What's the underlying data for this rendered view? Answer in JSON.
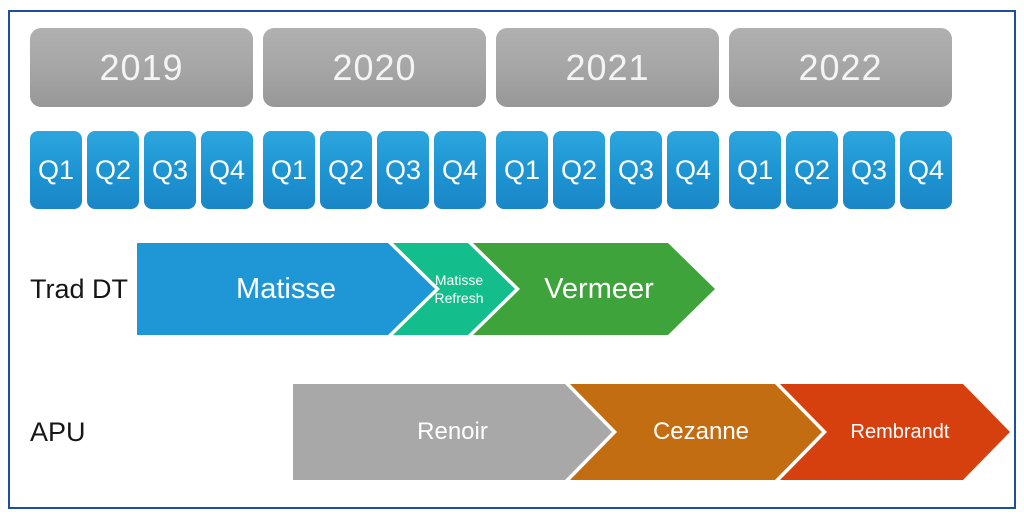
{
  "frame": {
    "border_color": "#1d4f9c"
  },
  "timeline": {
    "years": [
      {
        "label": "2019",
        "quarters": [
          "Q1",
          "Q2",
          "Q3",
          "Q4"
        ]
      },
      {
        "label": "2020",
        "quarters": [
          "Q1",
          "Q2",
          "Q3",
          "Q4"
        ]
      },
      {
        "label": "2021",
        "quarters": [
          "Q1",
          "Q2",
          "Q3",
          "Q4"
        ]
      },
      {
        "label": "2022",
        "quarters": [
          "Q1",
          "Q2",
          "Q3",
          "Q4"
        ]
      }
    ],
    "year_box_color_top": "#b0b0b0",
    "year_box_color_bottom": "#979797",
    "quarter_box_color_top": "#2da6de",
    "quarter_box_color_bottom": "#1a86c6"
  },
  "rows": [
    {
      "label": "Trad DT",
      "phases": [
        {
          "name": "Matisse",
          "color": "#1f96d5"
        },
        {
          "name": "Matisse Refresh",
          "color": "#13bd8c"
        },
        {
          "name": "Vermeer",
          "color": "#3ea33a"
        }
      ]
    },
    {
      "label": "APU",
      "phases": [
        {
          "name": "Renoir",
          "color": "#a8a8a8"
        },
        {
          "name": "Cezanne",
          "color": "#c26d12"
        },
        {
          "name": "Rembrandt",
          "color": "#d6400f"
        }
      ]
    }
  ]
}
